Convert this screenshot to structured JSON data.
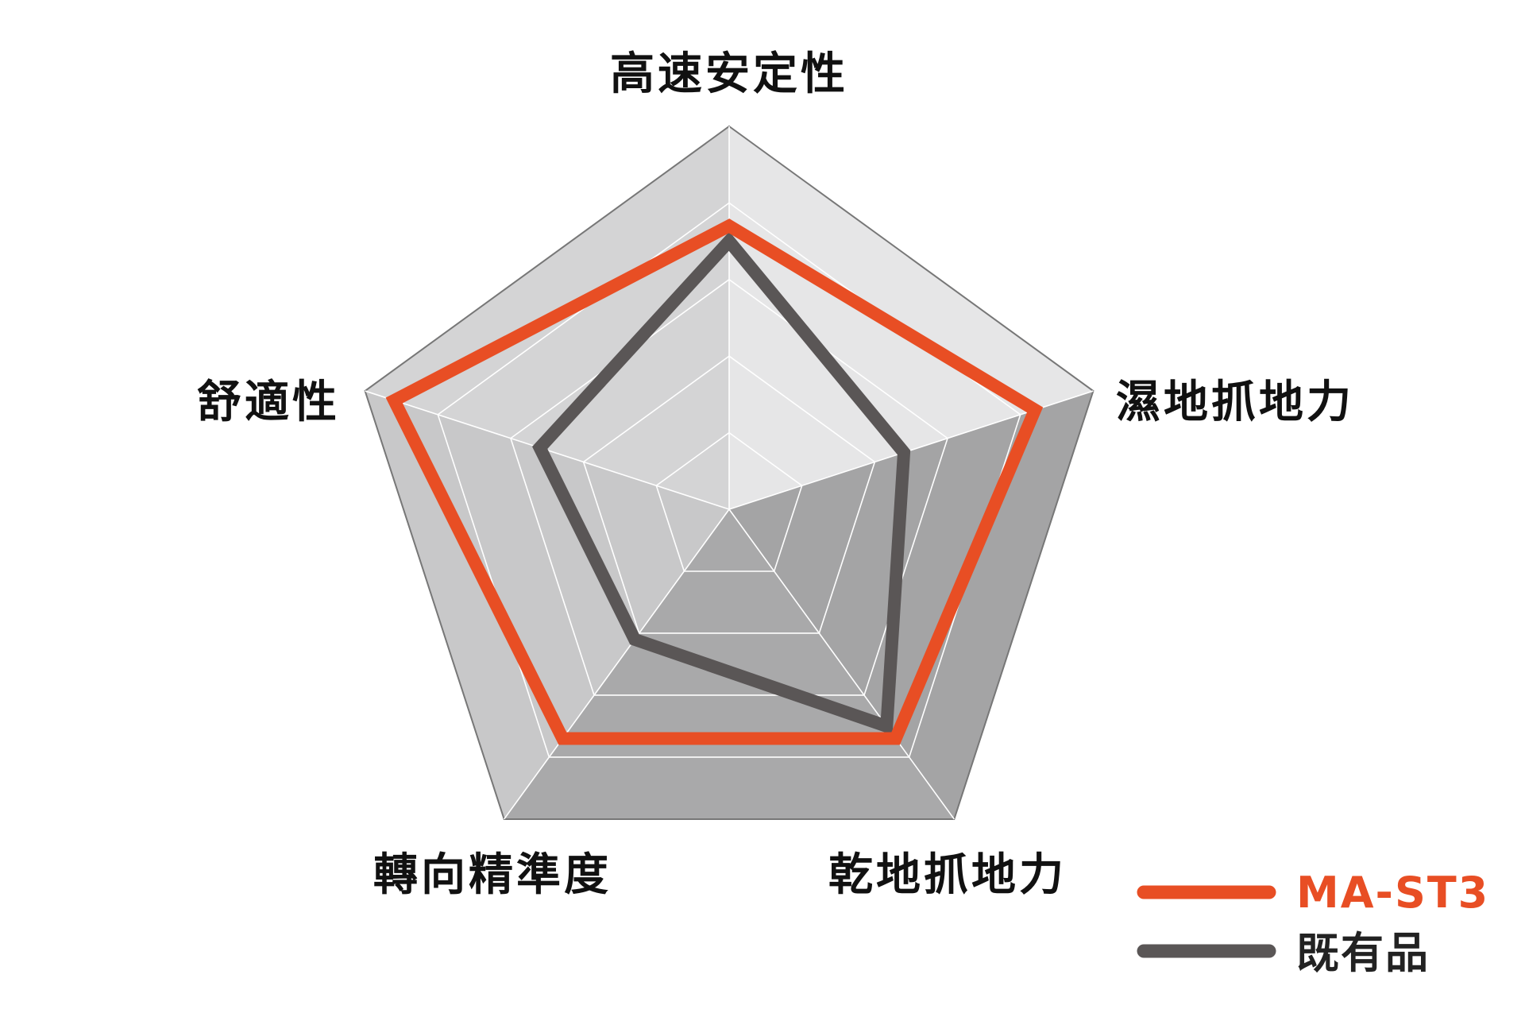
{
  "chart_data": {
    "type": "radar",
    "axes": [
      "高速安定性",
      "濕地抓地力",
      "乾地抓地力",
      "轉向精準度",
      "舒適性"
    ],
    "scale": {
      "min": 0,
      "max": 5,
      "rings": 5
    },
    "series": [
      {
        "name": "MA-ST3",
        "color": "#e84e24",
        "values": [
          3.7,
          4.2,
          3.7,
          3.7,
          4.6
        ]
      },
      {
        "name": "既有品",
        "color": "#5a5656",
        "values": [
          3.5,
          2.4,
          3.5,
          2.1,
          2.6
        ]
      }
    ],
    "legend": {
      "position": "bottom-right"
    }
  }
}
